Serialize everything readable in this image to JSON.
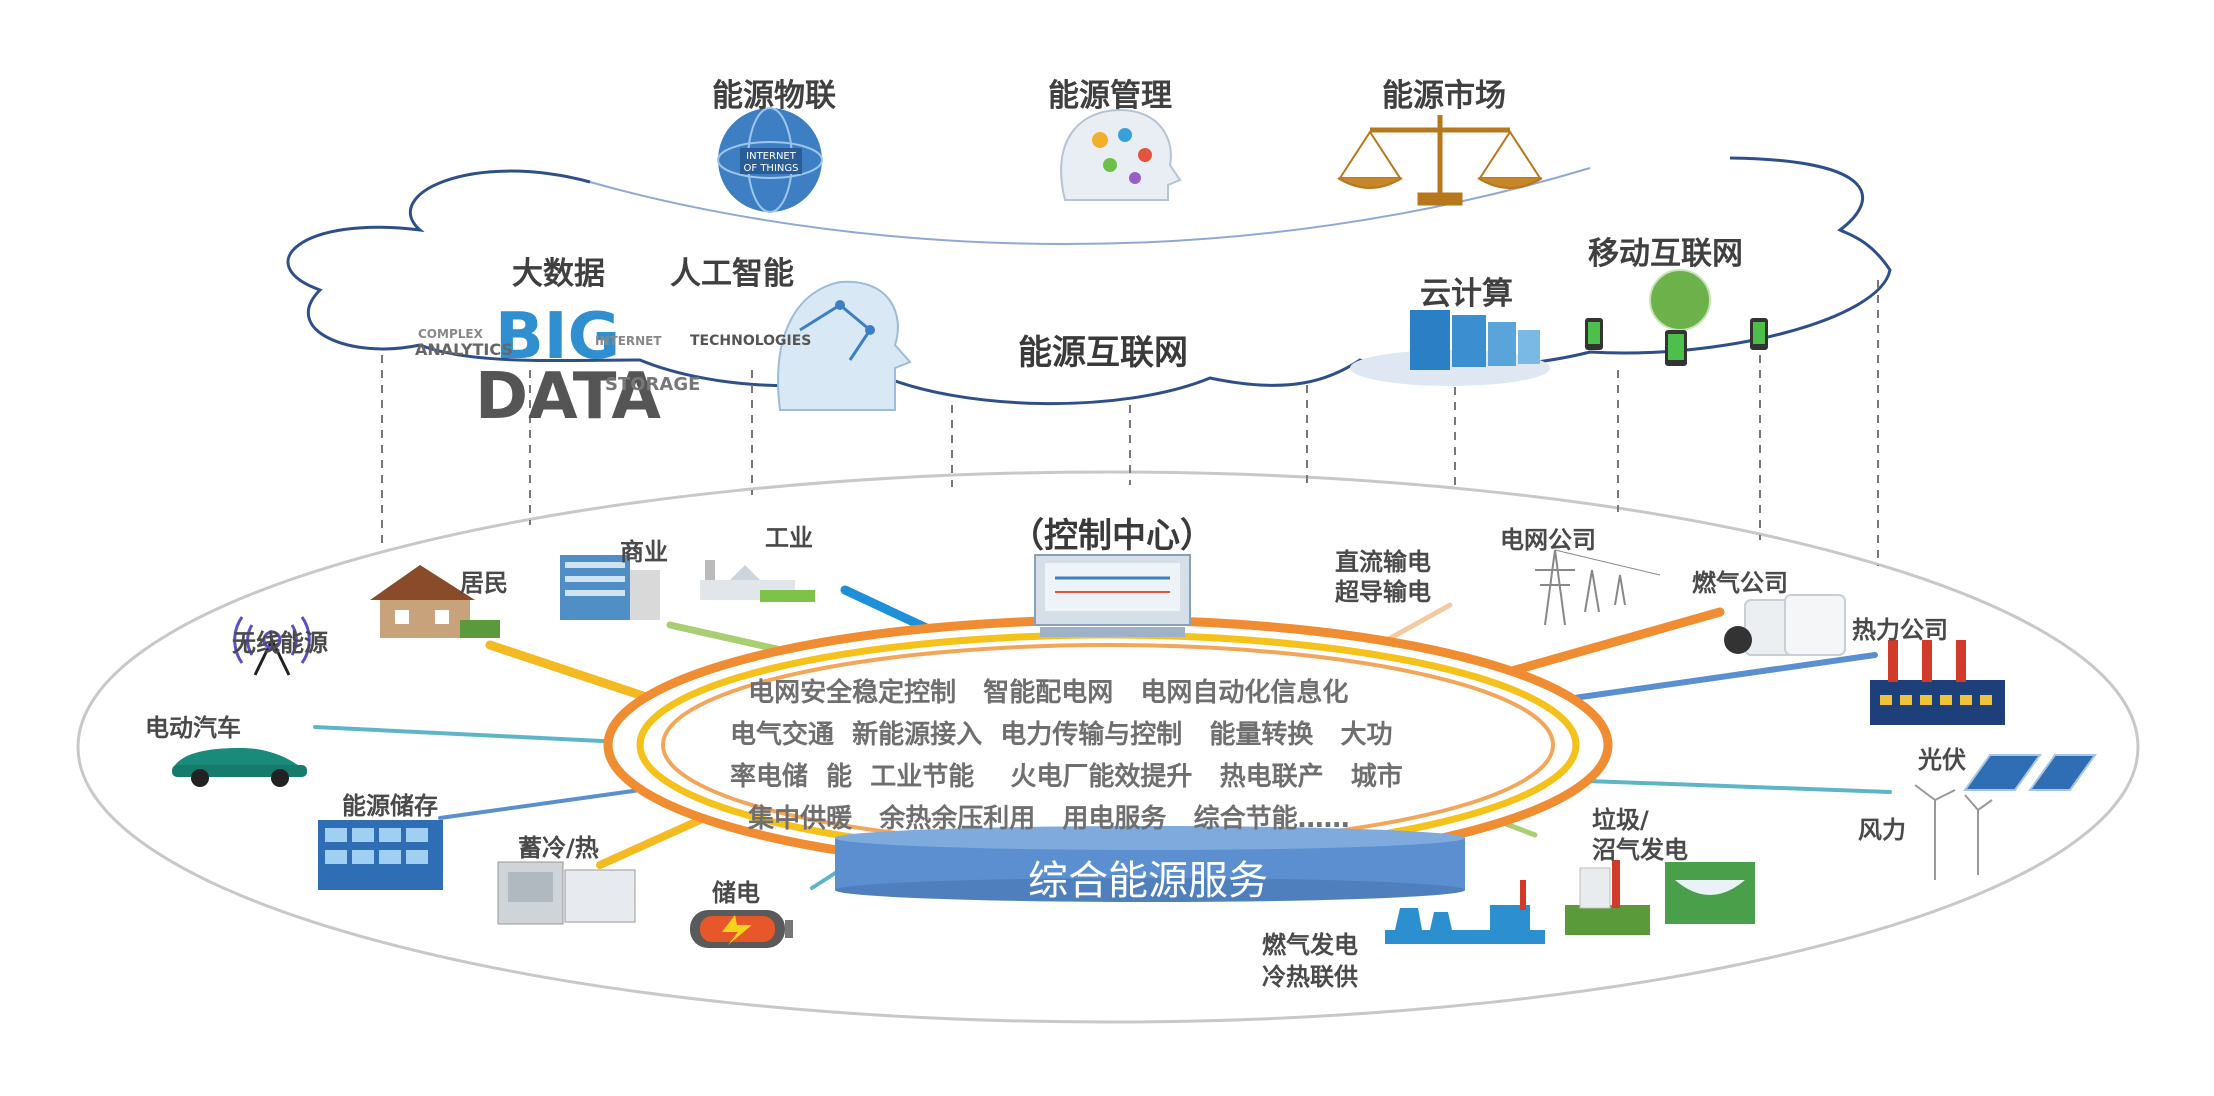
{
  "top": {
    "iot": "能源物联",
    "management": "能源管理",
    "market": "能源市场",
    "iot_icon_text": "INTERNET OF THINGS"
  },
  "cloud": {
    "big_data": "大数据",
    "ai": "人工智能",
    "energy_internet": "能源互联网",
    "cloud_computing": "云计算",
    "mobile_internet": "移动互联网",
    "big_word": "BIG",
    "data_word": "DATA",
    "cloud_words": [
      "ANALYTICS",
      "COMPLEX",
      "INTERNET",
      "TECHNOLOGIES",
      "STORAGE"
    ]
  },
  "control_center": "（控制中心）",
  "nodes": {
    "resident": "居民",
    "commerce": "商业",
    "industry": "工业",
    "wireless": "无线能源",
    "ev": "电动汽车",
    "storage": "能源储存",
    "cold_heat": "蓄冷/热",
    "battery": "储电",
    "dc_line1": "直流输电",
    "dc_line2": "超导输电",
    "grid_company": "电网公司",
    "gas_company": "燃气公司",
    "heat_company": "热力公司",
    "pv": "光伏",
    "wind": "风力",
    "waste_line1": "垃圾/",
    "waste_line2": "沼气发电",
    "gas_power_line1": "燃气发电",
    "gas_power_line2": "冷热联供"
  },
  "center_lines": [
    "  电网安全稳定控制   智能配电网   电网自动化信息化",
    "电气交通  新能源接入  电力传输与控制   能量转换   大功",
    "率电储  能  工业节能    火电厂能效提升   热电联产   城市",
    "  集中供暖   余热余压利用   用电服务   综合节能……"
  ],
  "service": "综合能源服务",
  "colors": {
    "ring_orange": "#f08c32",
    "ring_yellow": "#f5c21c",
    "service_blue": "#5b8fd0",
    "cloud_outline": "#2f4f8a",
    "line_blue": "#1e90d8",
    "line_green": "#a9cf72",
    "line_teal": "#5fb5c8"
  }
}
